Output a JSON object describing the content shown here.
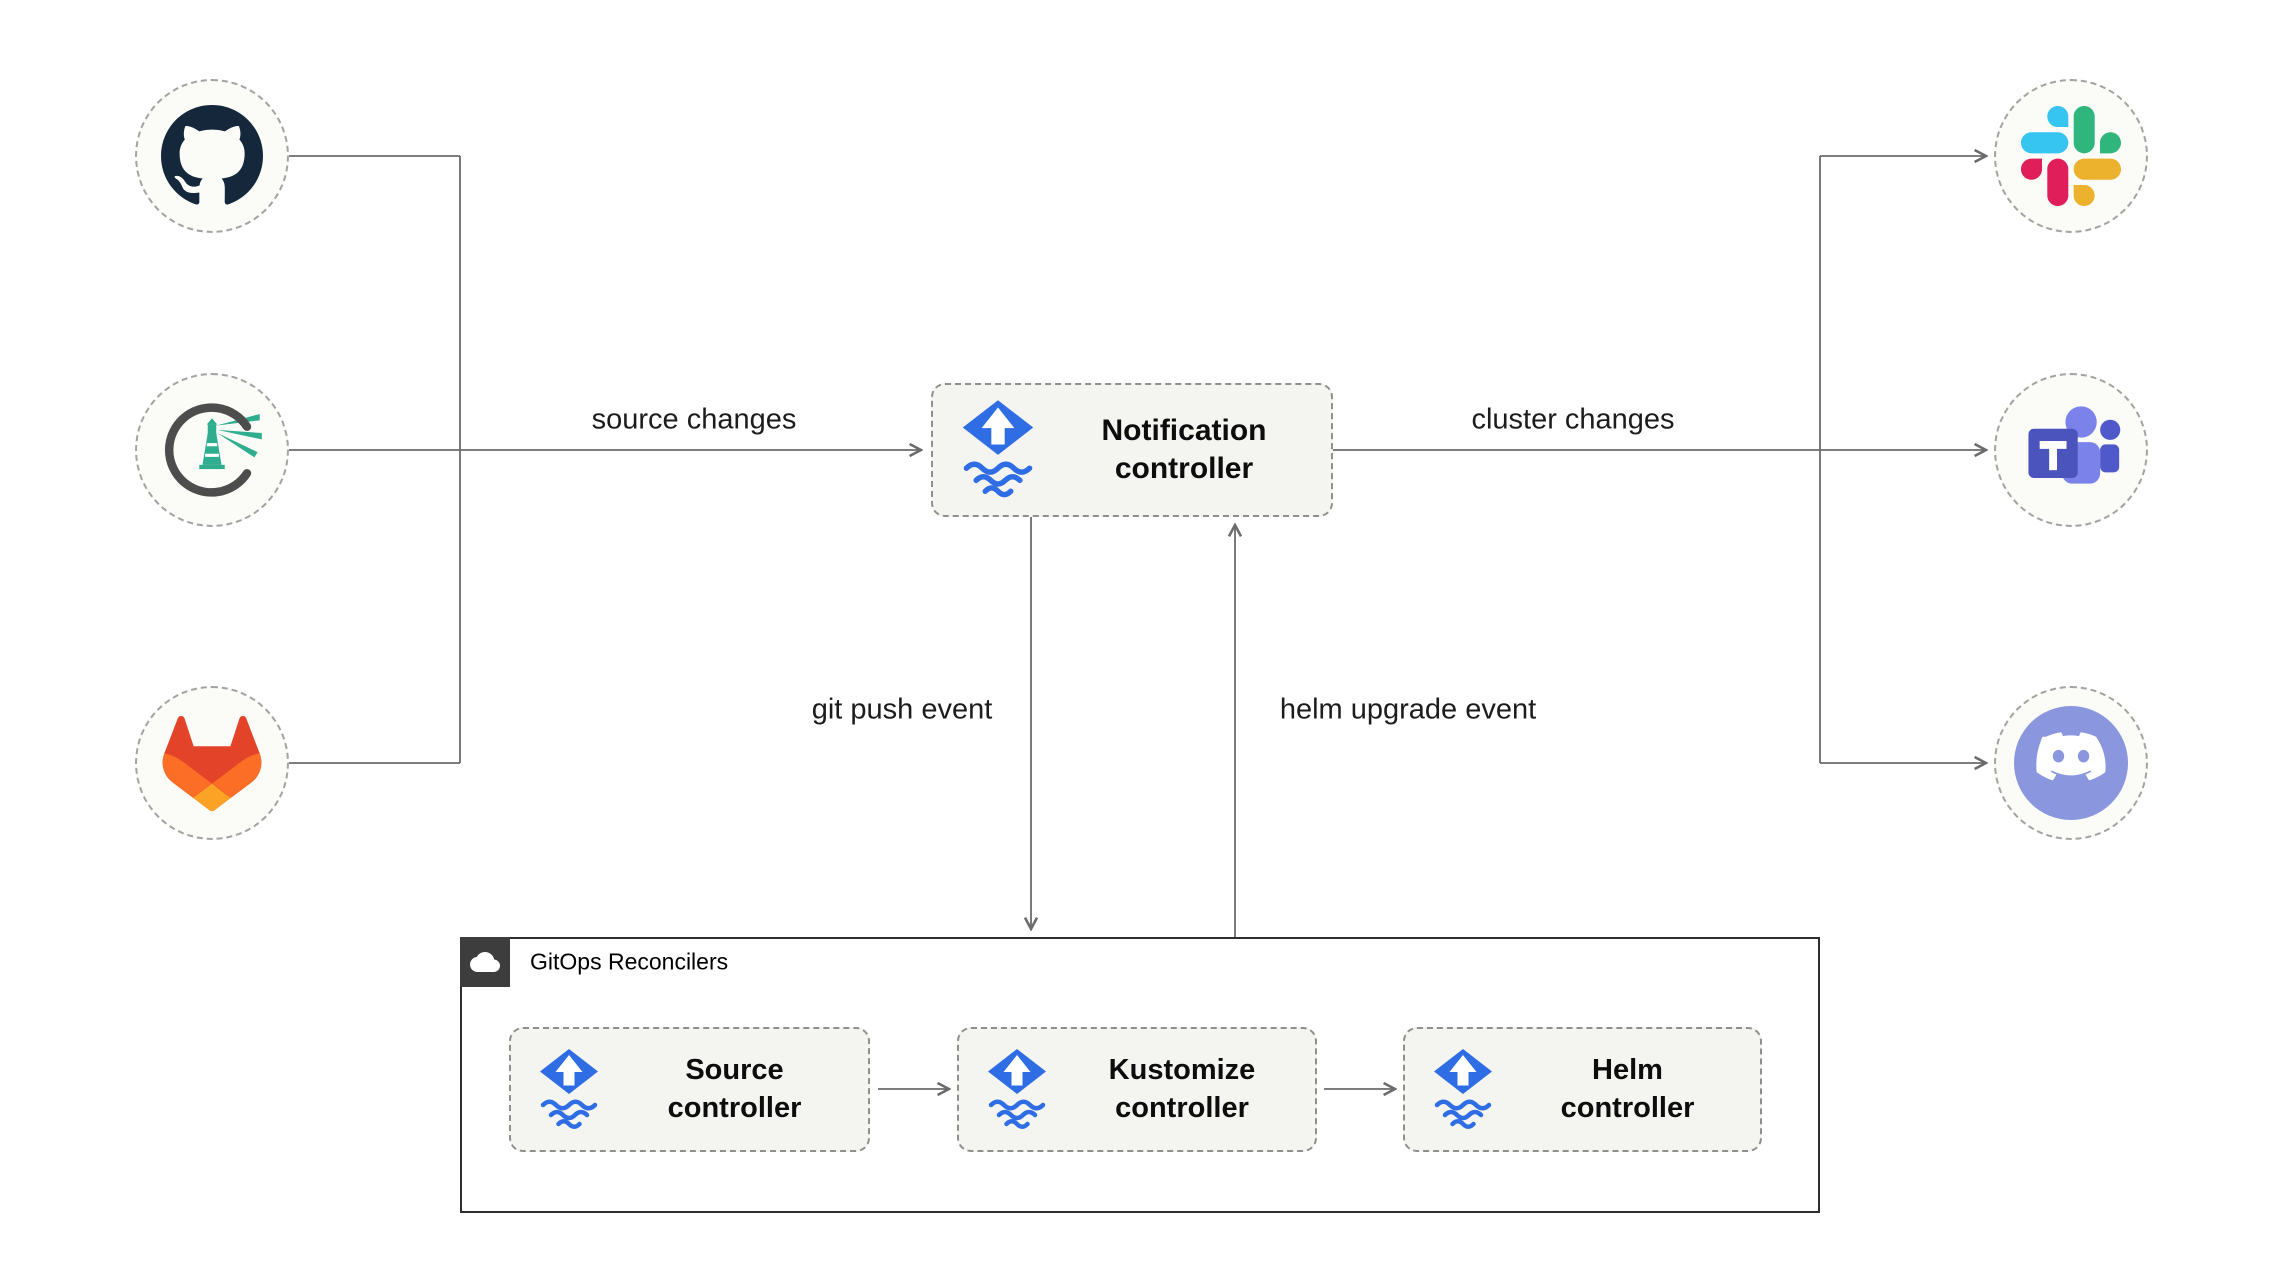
{
  "diagram": {
    "type": "flux-notification-architecture",
    "nodes": {
      "notification_controller": {
        "label": "Notification controller",
        "icon": "flux-icon"
      },
      "source_controller": {
        "label": "Source controller",
        "icon": "flux-icon"
      },
      "kustomize_controller": {
        "label": "Kustomize controller",
        "icon": "flux-icon"
      },
      "helm_controller": {
        "label": "Helm controller",
        "icon": "flux-icon"
      }
    },
    "container": {
      "label": "GitOps Reconcilers",
      "icon": "cloud-icon"
    },
    "sources": [
      {
        "id": "github",
        "icon": "github-icon"
      },
      {
        "id": "harbor",
        "icon": "harbor-icon"
      },
      {
        "id": "gitlab",
        "icon": "gitlab-icon"
      }
    ],
    "targets": [
      {
        "id": "slack",
        "icon": "slack-icon"
      },
      {
        "id": "teams",
        "icon": "microsoft-teams-icon"
      },
      {
        "id": "discord",
        "icon": "discord-icon"
      }
    ],
    "edge_labels": {
      "source_changes": "source changes",
      "cluster_changes": "cluster changes",
      "git_push_event": "git push event",
      "helm_upgrade_event": "helm upgrade event"
    },
    "colors": {
      "background": "#ffffff",
      "connector": "#6b6b6b",
      "node_circle_bg": "#fbfbf8",
      "node_circle_border": "#a3a3a3",
      "controller_box_bg": "#f4f4f1",
      "controller_box_border": "#8f8f8f",
      "container_border": "#2e2e2e",
      "badge_bg": "#3d3d3d",
      "flux_blue": "#2f6de4",
      "github_dark": "#15273b",
      "harbor_gray": "#4d4d4d",
      "harbor_teal": "#2fae8f",
      "gitlab_red": "#e24329",
      "gitlab_orange": "#fc6d26",
      "gitlab_yellow": "#fca326",
      "slack_blue": "#36c5f0",
      "slack_green": "#2eb67d",
      "slack_red": "#e01e5a",
      "slack_yellow": "#ecb22e",
      "teams_indigo": "#4b53bc",
      "teams_purple": "#7b83eb",
      "teams_dark": "#5059c9",
      "discord_lavender": "#8a96dd",
      "label_text": "#1c1c1c"
    }
  }
}
